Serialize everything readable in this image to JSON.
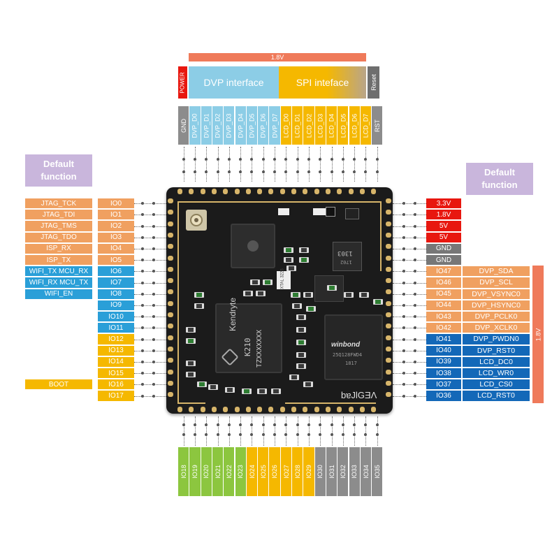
{
  "colors": {
    "orange": "#f0a060",
    "blue": "#2a9fd8",
    "yellow": "#f5b800",
    "green": "#8cc63f",
    "gray": "#8c8c8c",
    "darkgray": "#777777",
    "red": "#e8170f",
    "darkblue": "#1368b8",
    "lightblue": "#8ccde6",
    "purple": "#c9b6dc",
    "salmon": "#ef7a5a"
  },
  "top_voltage": "1.8V",
  "right_voltage": "1.8V",
  "power_label": "POWER",
  "dvp_interface": "DVP interface",
  "spi_interface": "SPI inteface",
  "reset_label": "Reset",
  "default_function_left": "Default\nfunction",
  "default_function_right": "Default\nfunction",
  "top_pins": [
    {
      "label": "GND",
      "color": "gray"
    },
    {
      "label": "DVP_D0",
      "color": "lightblue"
    },
    {
      "label": "DVP_D1",
      "color": "lightblue"
    },
    {
      "label": "DVP_D2",
      "color": "lightblue"
    },
    {
      "label": "DVP_D3",
      "color": "lightblue"
    },
    {
      "label": "DVP_D4",
      "color": "lightblue"
    },
    {
      "label": "DVP_D5",
      "color": "lightblue"
    },
    {
      "label": "DVP_D6",
      "color": "lightblue"
    },
    {
      "label": "DVP_D7",
      "color": "lightblue"
    },
    {
      "label": "LCD_D0",
      "color": "yellow"
    },
    {
      "label": "LCD_D1",
      "color": "yellow"
    },
    {
      "label": "LCD_D2",
      "color": "yellow"
    },
    {
      "label": "LCD_D3",
      "color": "yellow"
    },
    {
      "label": "LCD_D4",
      "color": "yellow"
    },
    {
      "label": "LCD_D5",
      "color": "yellow"
    },
    {
      "label": "LCD_D6",
      "color": "yellow"
    },
    {
      "label": "LCD_D7",
      "color": "yellow"
    },
    {
      "label": "RST",
      "color": "gray"
    }
  ],
  "left_pins": [
    {
      "func": "JTAG_TCK",
      "func_color": "orange",
      "io": "IO0",
      "io_color": "orange"
    },
    {
      "func": "JTAG_TDI",
      "func_color": "orange",
      "io": "IO1",
      "io_color": "orange"
    },
    {
      "func": "JTAG_TMS",
      "func_color": "orange",
      "io": "IO2",
      "io_color": "orange"
    },
    {
      "func": "JTAG_TDO",
      "func_color": "orange",
      "io": "IO3",
      "io_color": "orange"
    },
    {
      "func": "ISP_RX",
      "func_color": "orange",
      "io": "IO4",
      "io_color": "orange"
    },
    {
      "func": "ISP_TX",
      "func_color": "orange",
      "io": "IO5",
      "io_color": "orange"
    },
    {
      "func": "WIFI_TX MCU_RX",
      "func_color": "blue",
      "io": "IO6",
      "io_color": "blue"
    },
    {
      "func": "WIFI_RX MCU_TX",
      "func_color": "blue",
      "io": "IO7",
      "io_color": "blue"
    },
    {
      "func": "WIFI_EN",
      "func_color": "blue",
      "io": "IO8",
      "io_color": "blue"
    },
    {
      "func": "",
      "func_color": "",
      "io": "IO9",
      "io_color": "blue"
    },
    {
      "func": "",
      "func_color": "",
      "io": "IO10",
      "io_color": "blue"
    },
    {
      "func": "",
      "func_color": "",
      "io": "IO11",
      "io_color": "blue"
    },
    {
      "func": "",
      "func_color": "",
      "io": "IO12",
      "io_color": "yellow"
    },
    {
      "func": "",
      "func_color": "",
      "io": "IO13",
      "io_color": "yellow"
    },
    {
      "func": "",
      "func_color": "",
      "io": "IO14",
      "io_color": "yellow"
    },
    {
      "func": "",
      "func_color": "",
      "io": "IO15",
      "io_color": "yellow"
    },
    {
      "func": "BOOT",
      "func_color": "yellow",
      "io": "IO16",
      "io_color": "yellow"
    },
    {
      "func": "",
      "func_color": "",
      "io": "IO17",
      "io_color": "yellow"
    }
  ],
  "right_pins": [
    {
      "io": "3.3V",
      "io_color": "red",
      "func": "",
      "func_color": ""
    },
    {
      "io": "1.8V",
      "io_color": "red",
      "func": "",
      "func_color": ""
    },
    {
      "io": "5V",
      "io_color": "red",
      "func": "",
      "func_color": ""
    },
    {
      "io": "5V",
      "io_color": "red",
      "func": "",
      "func_color": ""
    },
    {
      "io": "GND",
      "io_color": "darkgray",
      "func": "",
      "func_color": ""
    },
    {
      "io": "GND",
      "io_color": "darkgray",
      "func": "",
      "func_color": ""
    },
    {
      "io": "IO47",
      "io_color": "orange",
      "func": "DVP_SDA",
      "func_color": "orange"
    },
    {
      "io": "IO46",
      "io_color": "orange",
      "func": "DVP_SCL",
      "func_color": "orange"
    },
    {
      "io": "IO45",
      "io_color": "orange",
      "func": "DVP_VSYNC0",
      "func_color": "orange"
    },
    {
      "io": "IO44",
      "io_color": "orange",
      "func": "DVP_HSYNC0",
      "func_color": "orange"
    },
    {
      "io": "IO43",
      "io_color": "orange",
      "func": "DVP_PCLK0",
      "func_color": "orange"
    },
    {
      "io": "IO42",
      "io_color": "orange",
      "func": "DVP_XCLK0",
      "func_color": "orange"
    },
    {
      "io": "IO41",
      "io_color": "darkblue",
      "func": "DVP_PWDN0",
      "func_color": "darkblue"
    },
    {
      "io": "IO40",
      "io_color": "darkblue",
      "func": "DVP_RST0",
      "func_color": "darkblue"
    },
    {
      "io": "IO39",
      "io_color": "darkblue",
      "func": "LCD_DC0",
      "func_color": "darkblue"
    },
    {
      "io": "IO38",
      "io_color": "darkblue",
      "func": "LCD_WR0",
      "func_color": "darkblue"
    },
    {
      "io": "IO37",
      "io_color": "darkblue",
      "func": "LCD_CS0",
      "func_color": "darkblue"
    },
    {
      "io": "IO36",
      "io_color": "darkblue",
      "func": "LCD_RST0",
      "func_color": "darkblue"
    }
  ],
  "bottom_pins": [
    {
      "label": "IO18",
      "color": "green"
    },
    {
      "label": "IO19",
      "color": "green"
    },
    {
      "label": "IO20",
      "color": "green"
    },
    {
      "label": "IO21",
      "color": "green"
    },
    {
      "label": "IO22",
      "color": "green"
    },
    {
      "label": "IO23",
      "color": "green"
    },
    {
      "label": "IO24",
      "color": "yellow"
    },
    {
      "label": "IO25",
      "color": "yellow"
    },
    {
      "label": "IO26",
      "color": "yellow"
    },
    {
      "label": "IO27",
      "color": "yellow"
    },
    {
      "label": "IO28",
      "color": "yellow"
    },
    {
      "label": "IO29",
      "color": "yellow"
    },
    {
      "label": "IO30",
      "color": "gray"
    },
    {
      "label": "IO31",
      "color": "gray"
    },
    {
      "label": "IO32",
      "color": "gray"
    },
    {
      "label": "IO33",
      "color": "gray"
    },
    {
      "label": "IO34",
      "color": "gray"
    },
    {
      "label": "IO35",
      "color": "gray"
    }
  ],
  "board": {
    "k210_brand": "Kendryte",
    "k210_model": "K210",
    "k210_code": "TZXXXXXXX",
    "flash_brand": "winbond",
    "flash_code": "25Q128FWD4",
    "flash_sub": "1817",
    "module_name": "bɐJlGƎΛ",
    "ic_small": "1303",
    "ic_small2": "1702",
    "ic_xtal": "XTAL 3225"
  }
}
